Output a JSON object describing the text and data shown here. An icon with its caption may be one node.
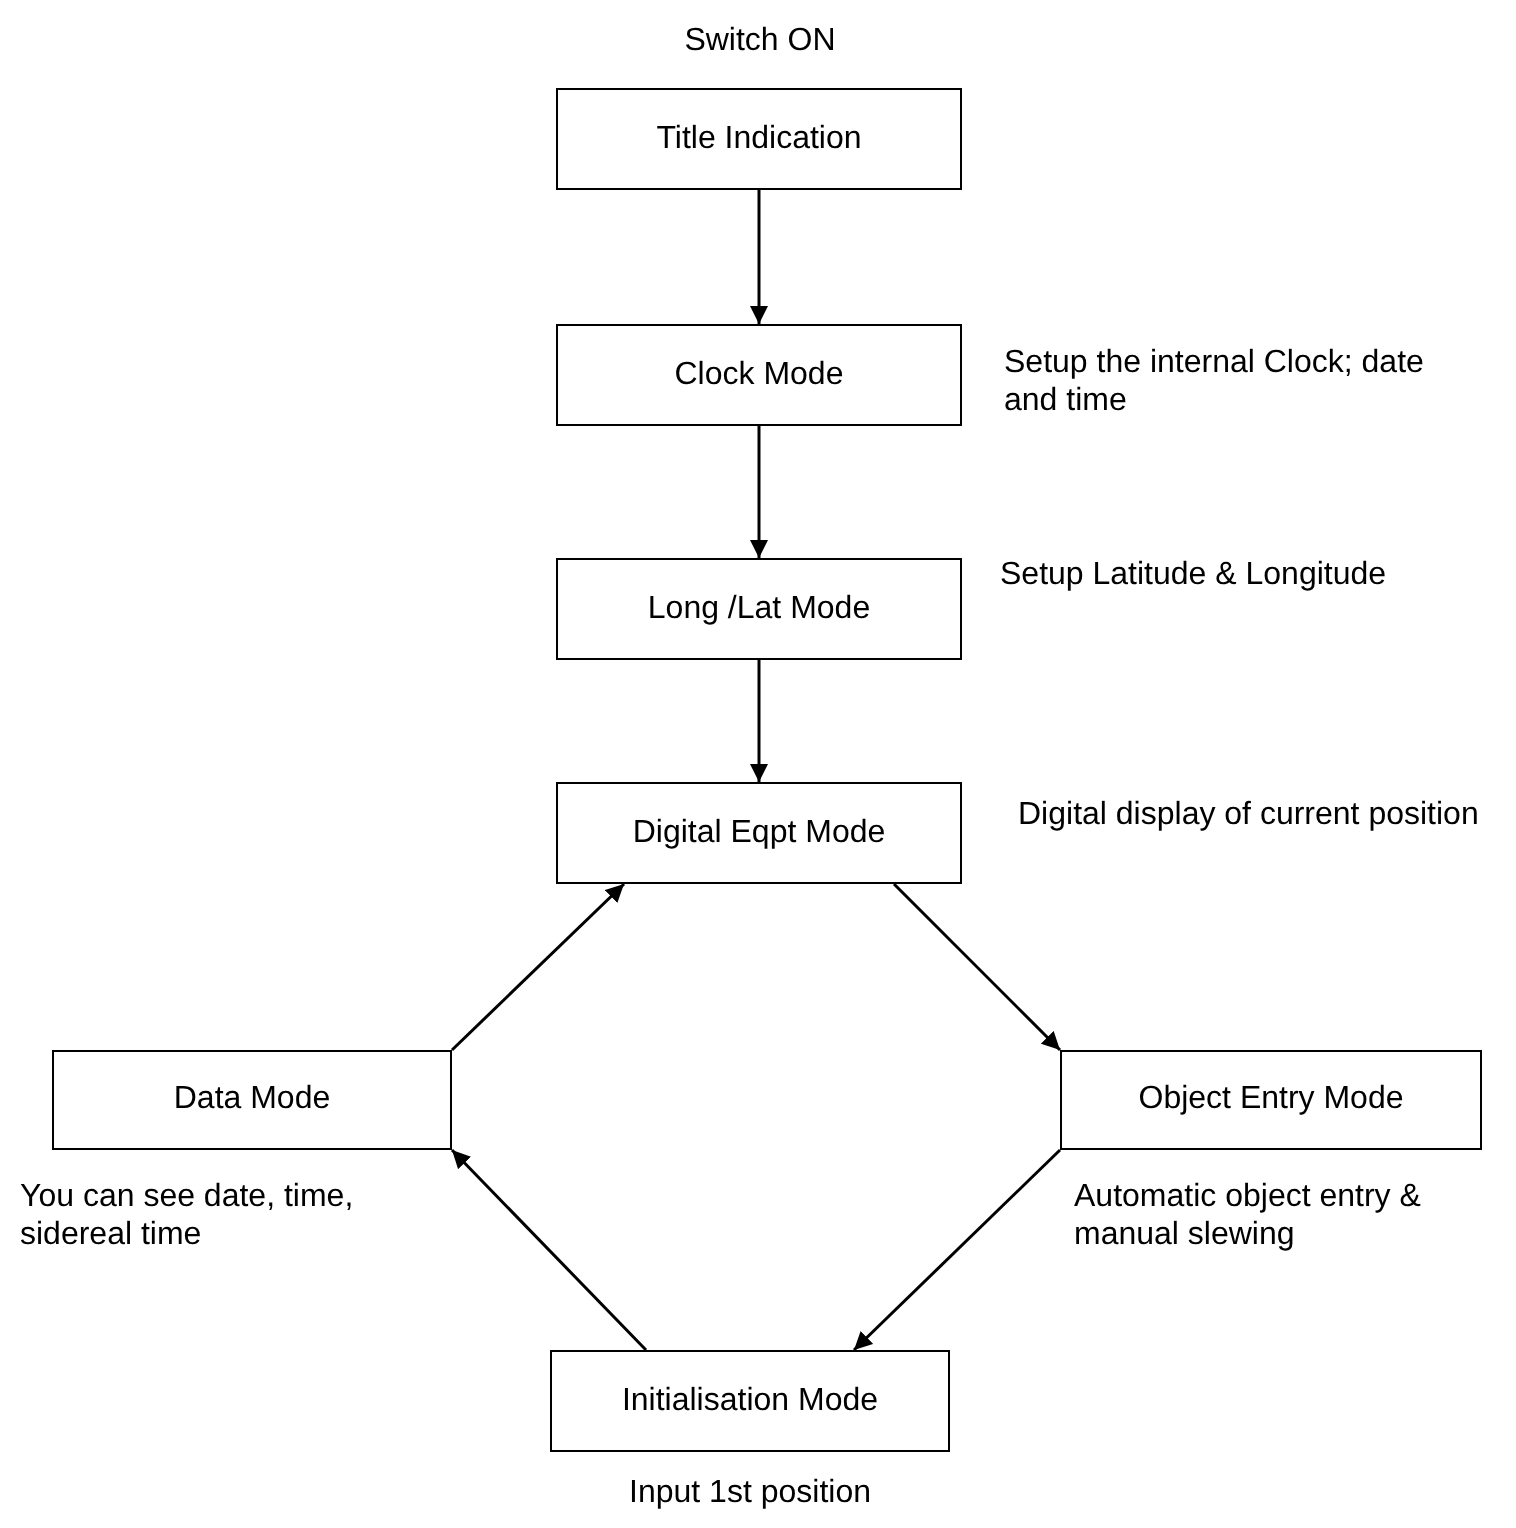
{
  "diagram": {
    "nodes": [
      {
        "text": [
          "Title Indication"
        ],
        "beside": [
          "Switch ON"
        ]
      },
      {
        "text": [
          "Clock Mode"
        ],
        "beside": [
          "Setup the internal Clock; date and time"
        ]
      },
      {
        "text": [
          "Long /Lat Mode"
        ],
        "beside": [
          "Setup Latitude & Longitude"
        ]
      },
      {
        "text": [
          "Digital Eqpt Mode"
        ],
        "beside": [
          "Digital display of current position"
        ]
      },
      {
        "text": [
          "Data Mode"
        ],
        "beside": [
          "You can see date, time, sidereal time"
        ]
      },
      {
        "text": [
          "Object Entry Mode"
        ],
        "beside": [
          "Automatic object entry & manual slewing"
        ]
      },
      {
        "text": [
          "Initialisation Mode"
        ],
        "beside": [
          "Input 1st position"
        ]
      }
    ],
    "edges": [
      {
        "from": 0,
        "to": 1,
        "arrow": "to"
      },
      {
        "from": 1,
        "to": 2,
        "arrow": "to"
      },
      {
        "from": 2,
        "to": 3,
        "arrow": "to"
      },
      {
        "from": 3,
        "to": 5,
        "arrow": "to"
      },
      {
        "from": 5,
        "to": 6,
        "arrow": "to"
      },
      {
        "from": 6,
        "to": 4,
        "arrow": "to"
      },
      {
        "from": 4,
        "to": 3,
        "arrow": "to"
      }
    ]
  }
}
